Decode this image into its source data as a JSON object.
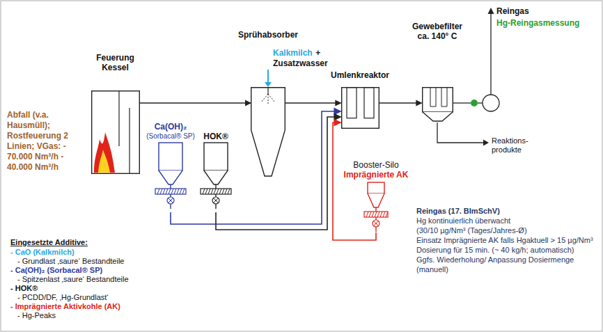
{
  "diagram": {
    "nodes": [
      {
        "text": [
          "Feuerung Kessel"
        ]
      },
      {
        "text": [
          "Sprühabsorber"
        ]
      },
      {
        "text": [
          "Umlenkreaktor"
        ]
      },
      {
        "text": [
          "Gewebefilter ca. 140° C"
        ]
      },
      {
        "text": [
          "Ca(OH)₂",
          "(Sorbacal® SP)"
        ]
      },
      {
        "text": [
          "HOK®"
        ]
      },
      {
        "text": [
          "Booster-Silo",
          "Imprägnierte AK"
        ]
      }
    ],
    "edges": [
      {
        "from": 0,
        "to": 1,
        "arrow": "to"
      },
      {
        "from": 1,
        "to": 2,
        "arrow": "to"
      },
      {
        "from": 2,
        "to": 3,
        "arrow": "to"
      },
      {
        "from": 4,
        "to": 2,
        "arrow": "to"
      },
      {
        "from": 5,
        "to": 2,
        "arrow": "to"
      },
      {
        "from": 6,
        "to": 2,
        "arrow": "to"
      }
    ],
    "labels": [
      "Abfall (v.a. Hausmüll); Rostfeuerung 2 Linien; VGas: - 70.000 Nm³/h - 40.000 Nm³/h",
      "Kalkmilch",
      "+ Zusatzwasser",
      "Reingas",
      "Hg-Reingasmessung",
      "Reaktions- produkte",
      "Eingesetzte Additive:",
      "- CaO (Kalkmilch)",
      "- Grundlast ‚saure‘ Bestandteile",
      "- Ca(OH)₂ (Sorbacal® SP)",
      "- Spitzenlast ‚saure‘ Bestandteile",
      "- HOK®",
      "- PCDD/DF, ‚Hg-Grundlast‘",
      "- Imprägnierte Aktivkohle (AK)",
      "- Hg-Peaks",
      "Reingas (17. BImSchV)",
      "Hg kontinuierlich überwacht",
      "(30/10 µg/Nm³ (Tages/Jahres-Ø)",
      "Einsatz Imprägnierte AK falls Hgaktuell > 15 µg/Nm³",
      "Dosierung für 15 min. (~ 40 kg/h; automatisch)",
      "Ggfs. Wiederholung/ Anpassung Dosiermenge (manuell)"
    ]
  }
}
